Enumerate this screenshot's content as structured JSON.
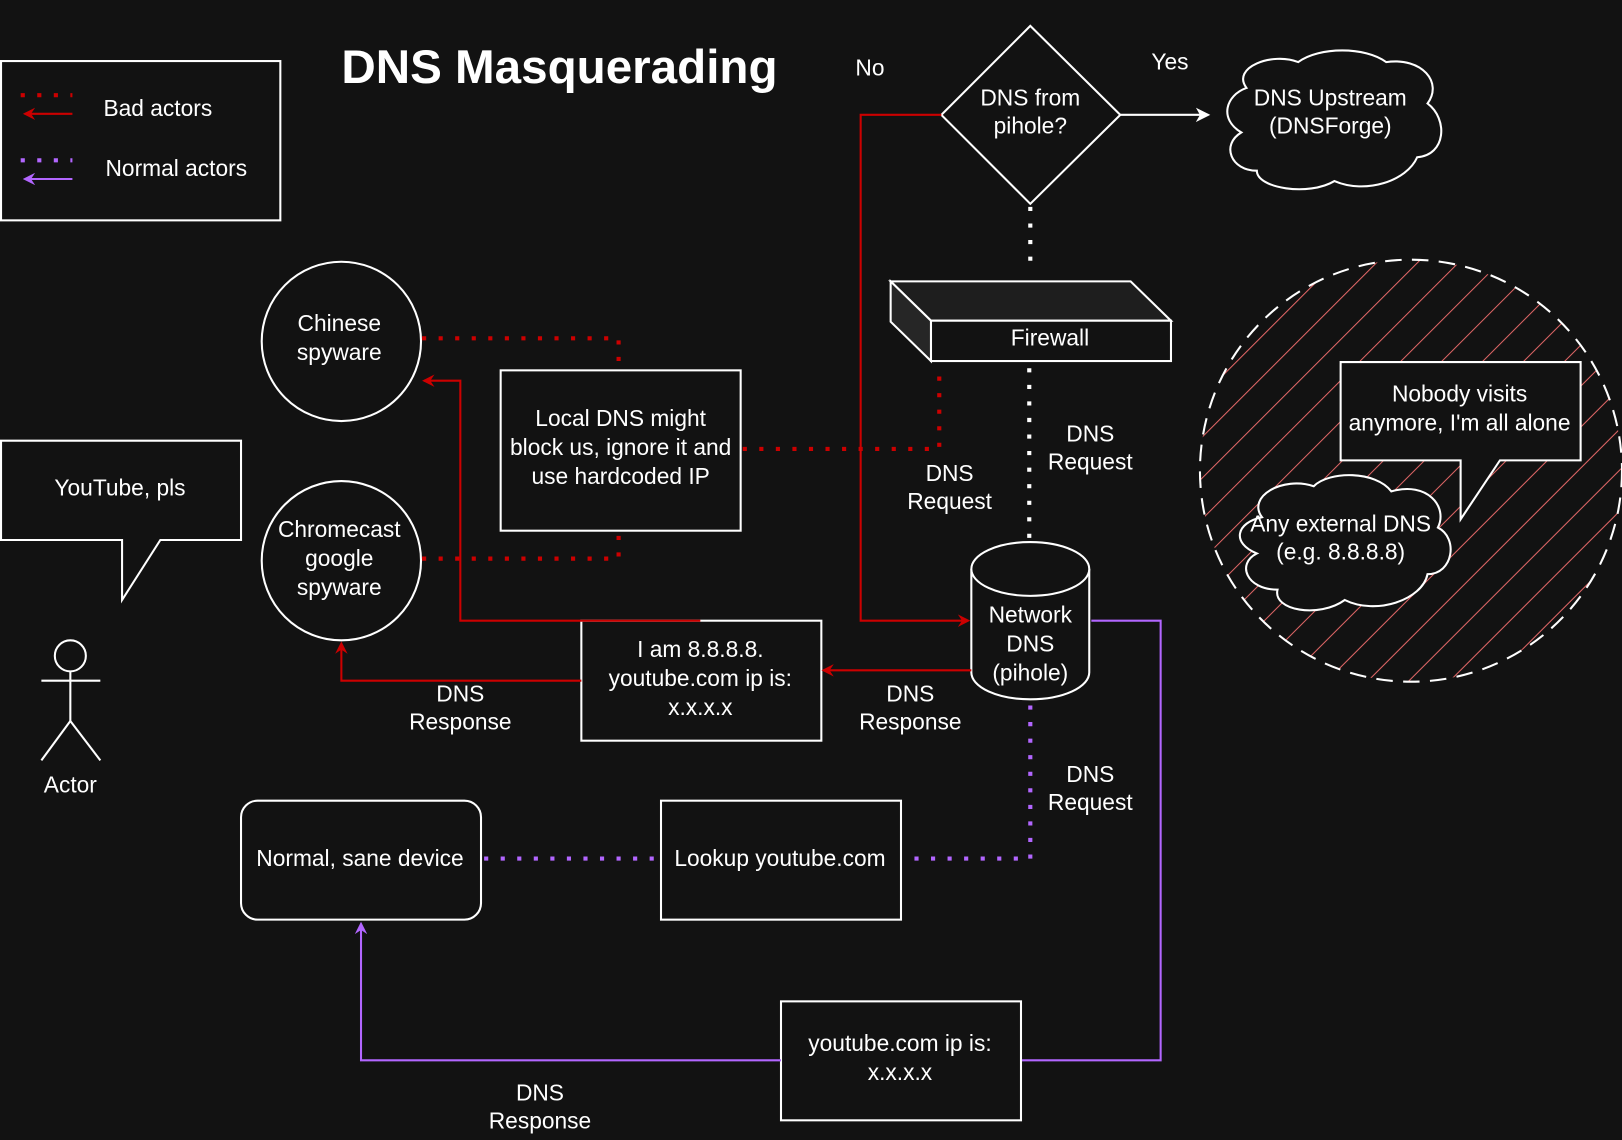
{
  "title": "DNS Masquerading",
  "legend": {
    "bad_actors": "Bad actors",
    "normal_actors": "Normal actors",
    "bad_color": "#cc0000",
    "normal_color": "#b266ff"
  },
  "decision": {
    "line1": "DNS from",
    "line2": "pihole?",
    "no_label": "No",
    "yes_label": "Yes"
  },
  "upstream": {
    "line1": "DNS Upstream",
    "line2": "(DNSForge)"
  },
  "firewall": "Firewall",
  "network_dns": {
    "line1": "Network",
    "line2": "DNS",
    "line3": "(pihole)"
  },
  "external_zone": {
    "callout_line1": "Nobody visits",
    "callout_line2": "anymore, I'm all alone",
    "cloud_line1": "Any external DNS",
    "cloud_line2": "(e.g. 8.8.8.8)"
  },
  "chinese_spyware": {
    "line1": "Chinese",
    "line2": "spyware"
  },
  "chromecast": {
    "line1": "Chromecast",
    "line2": "google",
    "line3": "spyware"
  },
  "local_dns_note": {
    "line1": "Local DNS might",
    "line2": "block us, ignore it and",
    "line3": "use hardcoded IP"
  },
  "fake_response": {
    "line1": "I am 8.8.8.8.",
    "line2": "youtube.com ip is:",
    "line3": "x.x.x.x"
  },
  "actor": {
    "speech": "YouTube, pls",
    "label": "Actor"
  },
  "normal_device": "Normal, sane device",
  "lookup": "Lookup youtube.com",
  "real_response": {
    "line1": "youtube.com ip is:",
    "line2": "x.x.x.x"
  },
  "edge_labels": {
    "dns": "DNS",
    "request": "Request",
    "response": "Response"
  }
}
